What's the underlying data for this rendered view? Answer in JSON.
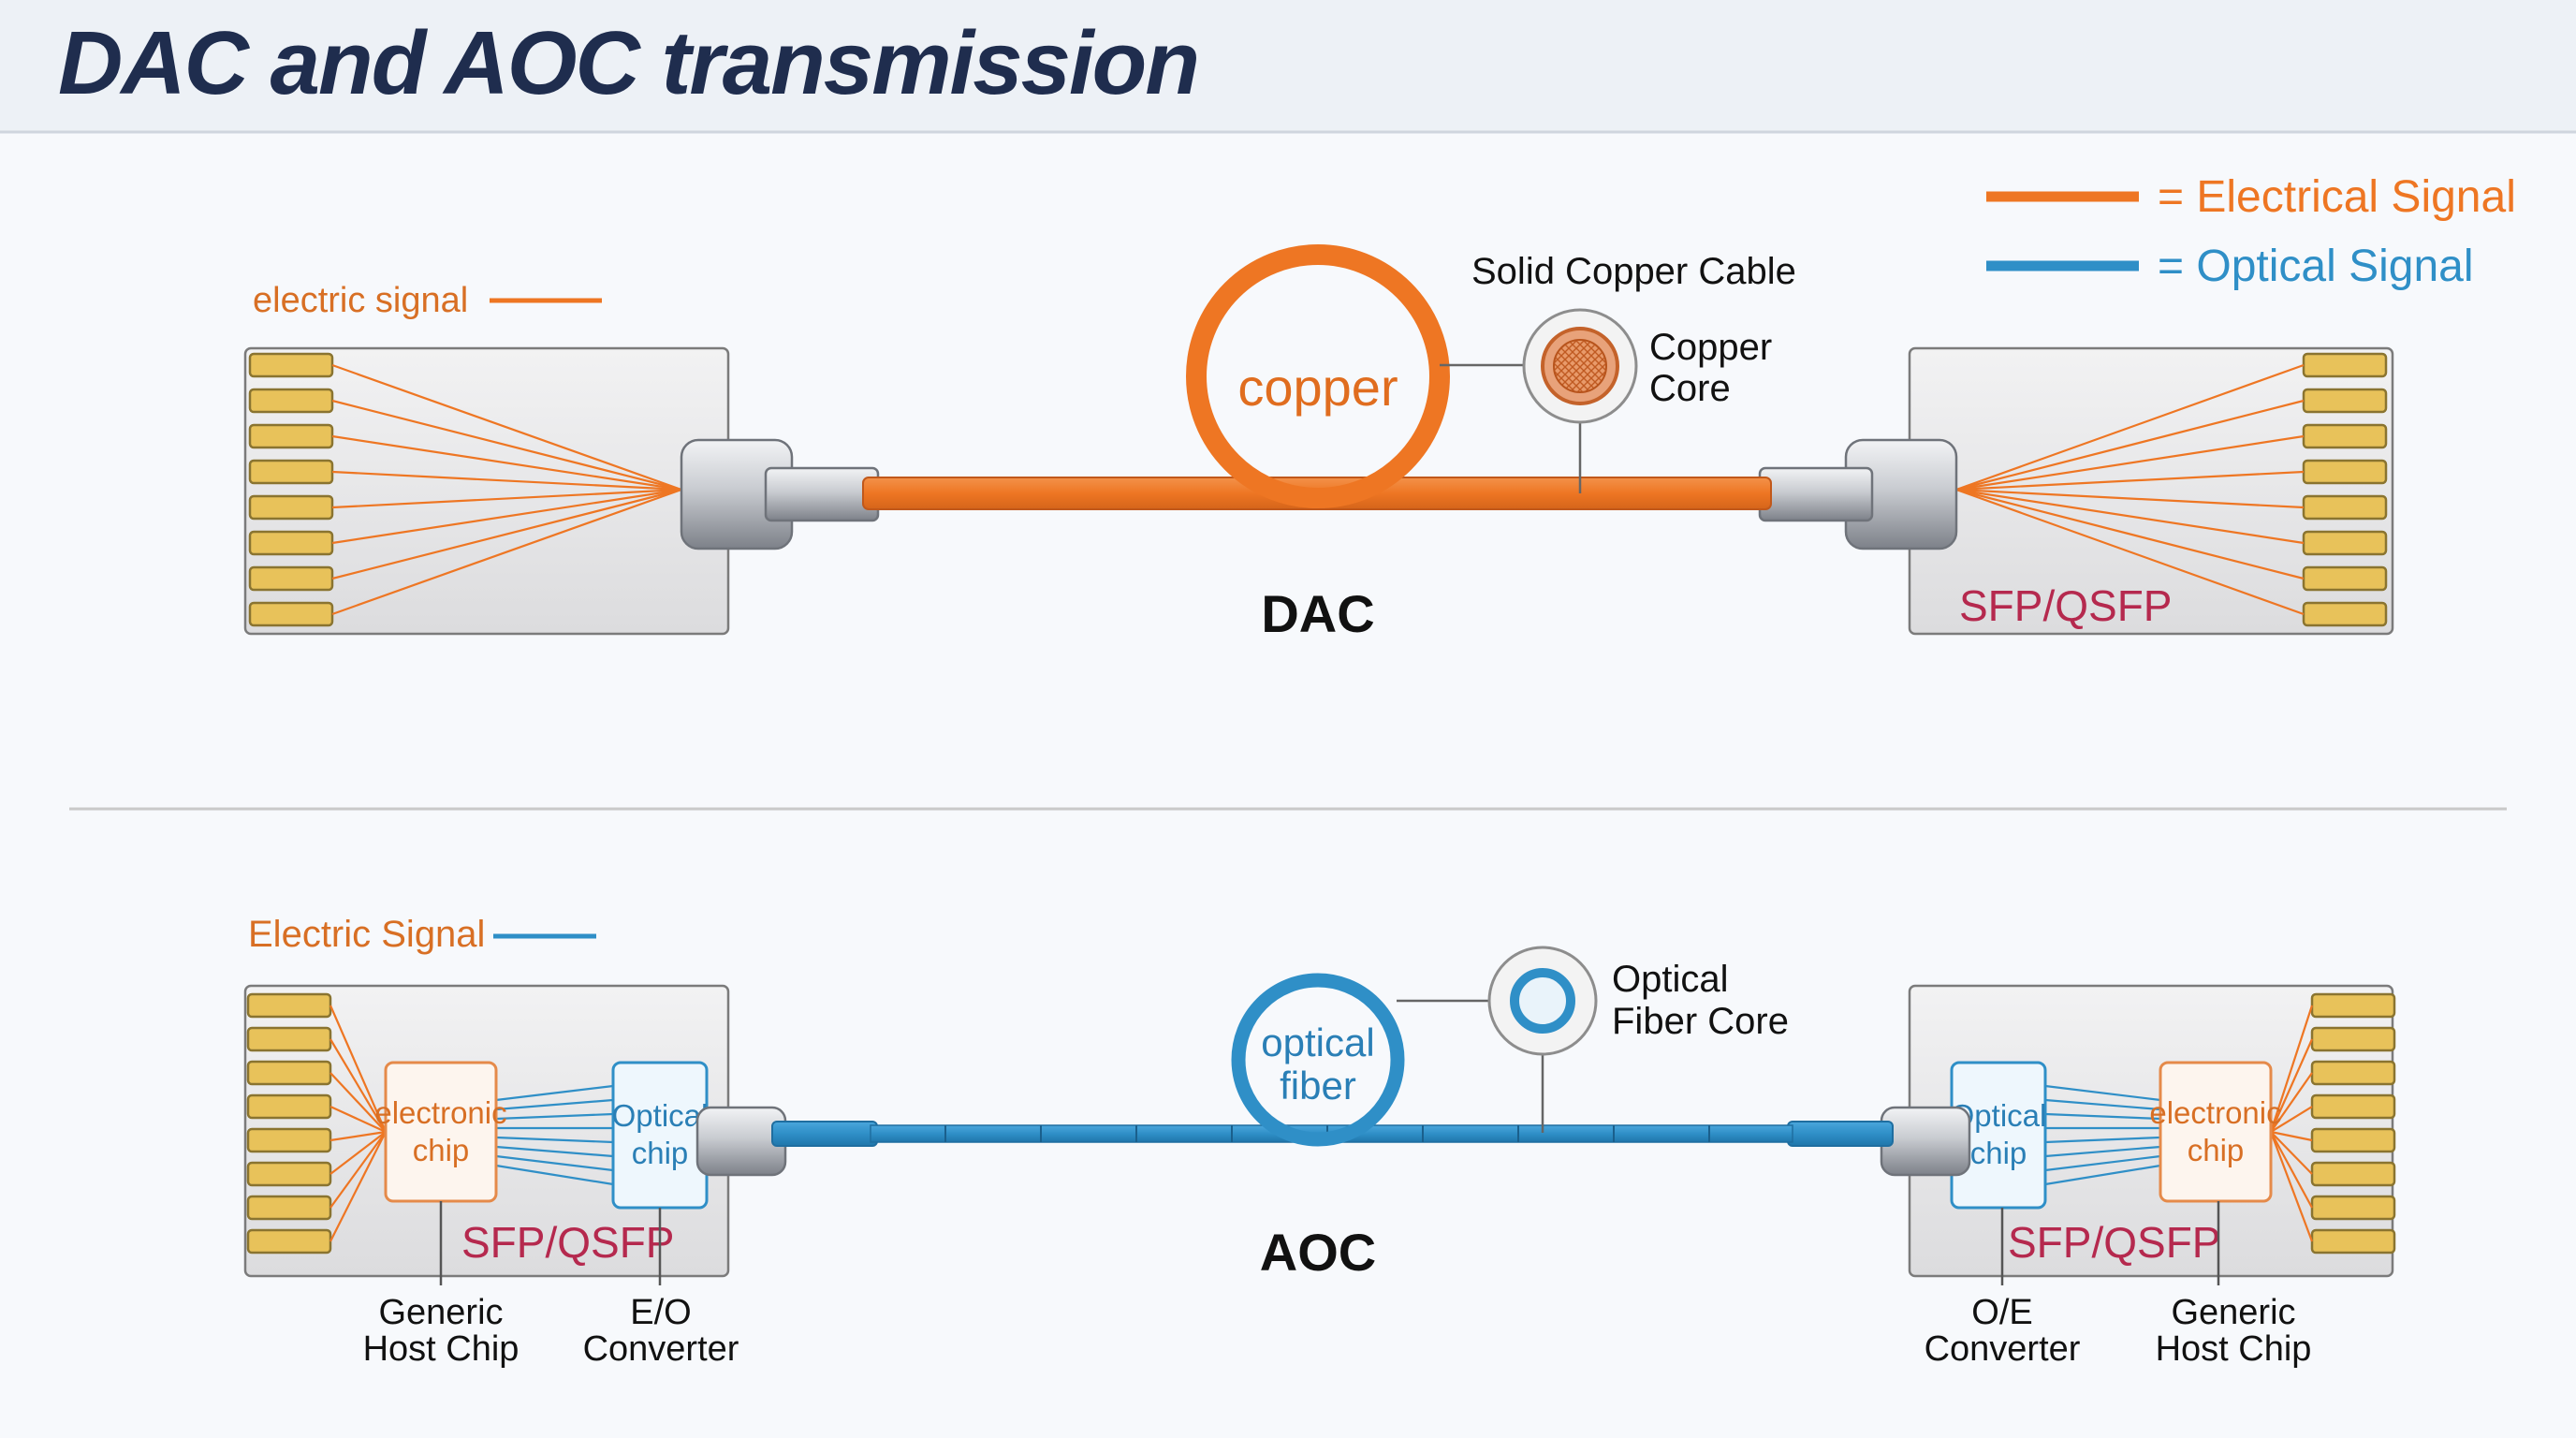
{
  "title": "DAC and AOC transmission",
  "legend": {
    "electrical": "= Electrical Signal",
    "optical": "= Optical Signal"
  },
  "dac": {
    "signal_label": "electric signal",
    "loop_label": "copper",
    "cable_label": "Solid Copper Cable",
    "core_label_line1": "Copper",
    "core_label_line2": "Core",
    "name": "DAC",
    "module_label": "SFP/QSFP"
  },
  "aoc": {
    "signal_label": "Electric Signal",
    "loop_label_line1": "optical",
    "loop_label_line2": "fiber",
    "core_label_line1": "Optical",
    "core_label_line2": "Fiber Core",
    "name": "AOC",
    "left": {
      "electronic_line1": "electronic",
      "electronic_line2": "chip",
      "optical_line1": "Optical",
      "optical_line2": "chip",
      "module_label": "SFP/QSFP",
      "host_line1": "Generic",
      "host_line2": "Host Chip",
      "conv_line1": "E/O",
      "conv_line2": "Converter"
    },
    "right": {
      "optical_line1": "Optical",
      "optical_line2": "chip",
      "electronic_line1": "electronic",
      "electronic_line2": "chip",
      "module_label": "SFP/QSFP",
      "conv_line1": "O/E",
      "conv_line2": "Converter",
      "host_line1": "Generic",
      "host_line2": "Host Chip"
    }
  },
  "colors": {
    "electrical": "#ee7623",
    "optical": "#2f8fc7",
    "title": "#1f2d4e",
    "module_label": "#b5294e",
    "pins": "#e8c25a"
  }
}
